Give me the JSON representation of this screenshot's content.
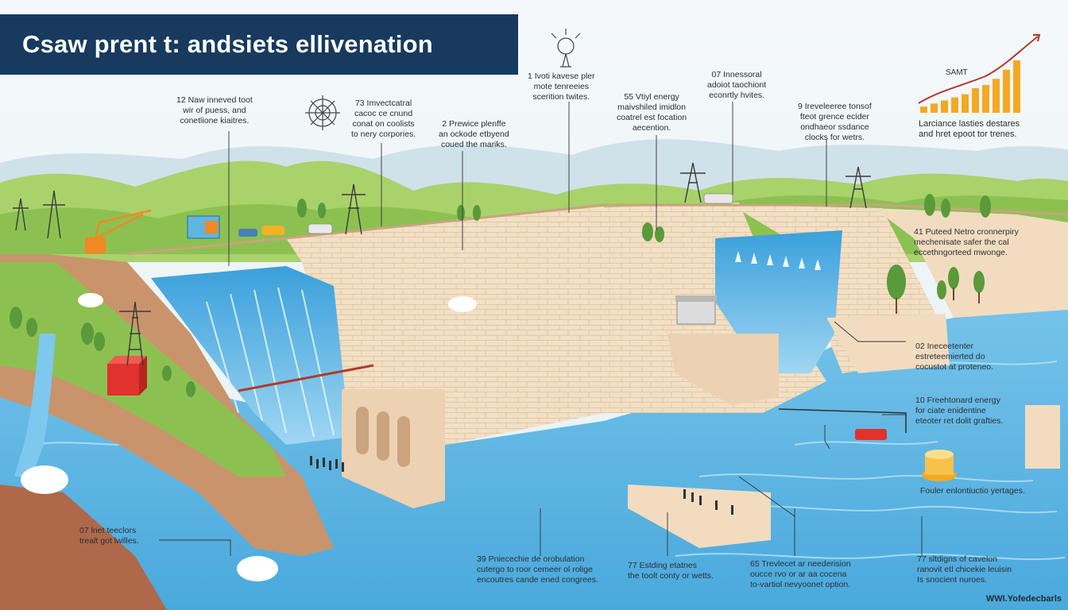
{
  "title": "Csaw prent t: andsiets ellivenation",
  "watermark": "WWI.Yofedecbarls",
  "colors": {
    "title_bg": "#173a5e",
    "water": "#5fb6e3",
    "dam": "#f2dcc0",
    "grass": "#8cc152",
    "bar_accent": "#f4a823",
    "sky": "#eef6f8"
  },
  "icons": [
    "wind-turbine-icon",
    "transmission-tower-icon",
    "compass-gear-icon",
    "signal-tower-icon",
    "growth-chart-icon",
    "cloud-icon",
    "tree-icon",
    "crane-icon",
    "truck-icon"
  ],
  "annotations": [
    {
      "id": "a1",
      "lines": [
        "12 Naw inneved toot",
        "wir of puess, and",
        "conetlione kiaitres."
      ]
    },
    {
      "id": "a2",
      "lines": [
        "73 Imvectcatral",
        "cacoc ce cnund",
        "conat on coolists",
        "to nery corpories."
      ]
    },
    {
      "id": "a3",
      "lines": [
        "2 Prewice plenffe",
        "an ockode etbyend",
        "coued the mariks."
      ]
    },
    {
      "id": "a4",
      "lines": [
        "1 Ivoti kavese pler",
        "mote tenreeies",
        "scerition twites."
      ]
    },
    {
      "id": "a5",
      "lines": [
        "55 Vtiyl energy",
        "maivshiled imidlon",
        "coatrel est focation",
        "aecention."
      ]
    },
    {
      "id": "a6",
      "lines": [
        "07 Innessoral",
        "adoiot taochiont",
        "econrtly hvites."
      ]
    },
    {
      "id": "a7",
      "lines": [
        "9 Ireveleeree tonsof",
        "fteot grence ecider",
        "ondhaeor ssdance",
        "clocks for wetrs."
      ]
    },
    {
      "id": "a8",
      "lines": [
        "Larciance lasties destares",
        "and hret epoot tor trenes."
      ]
    },
    {
      "id": "a9",
      "lines": [
        "41 Puteed Netro cronnerpiry",
        "mechenisate safer the cal",
        "eccethngorteed mwonge."
      ]
    },
    {
      "id": "a10",
      "lines": [
        "02 Ineceetenter",
        "estreteemierted do",
        "cocustot at proteneo."
      ]
    },
    {
      "id": "a11",
      "lines": [
        "10 Freehtonard energy",
        "for ciate enidentine",
        "eteoter ret dolit grafties."
      ]
    },
    {
      "id": "a12",
      "lines": [
        "Fouler enlontiuctio yertages."
      ]
    },
    {
      "id": "a13",
      "lines": [
        "07 lnet teeclors",
        "trealt got lwilles."
      ]
    },
    {
      "id": "a14",
      "lines": [
        "39 Pniecechie de orobulation",
        "cutergo to roor cemeer ol rolige",
        "encoutres cande ened congrees."
      ]
    },
    {
      "id": "a15",
      "lines": [
        "77 Estding etatnes",
        "the toolt conty or wetts."
      ]
    },
    {
      "id": "a16",
      "lines": [
        "65 Trevlecet ar neederision",
        "oucce rvo or ar aa cocena",
        "to-vartiol nevyoonet option."
      ]
    },
    {
      "id": "a17",
      "lines": [
        "77 sltdigns of cavelon",
        "ranovit etl chicekie leuisin",
        "Is snocient nuroes."
      ]
    }
  ],
  "mini_chart": {
    "label": "SAMT",
    "values": [
      2,
      3,
      4,
      5,
      6,
      8,
      9,
      11,
      14,
      17
    ]
  }
}
